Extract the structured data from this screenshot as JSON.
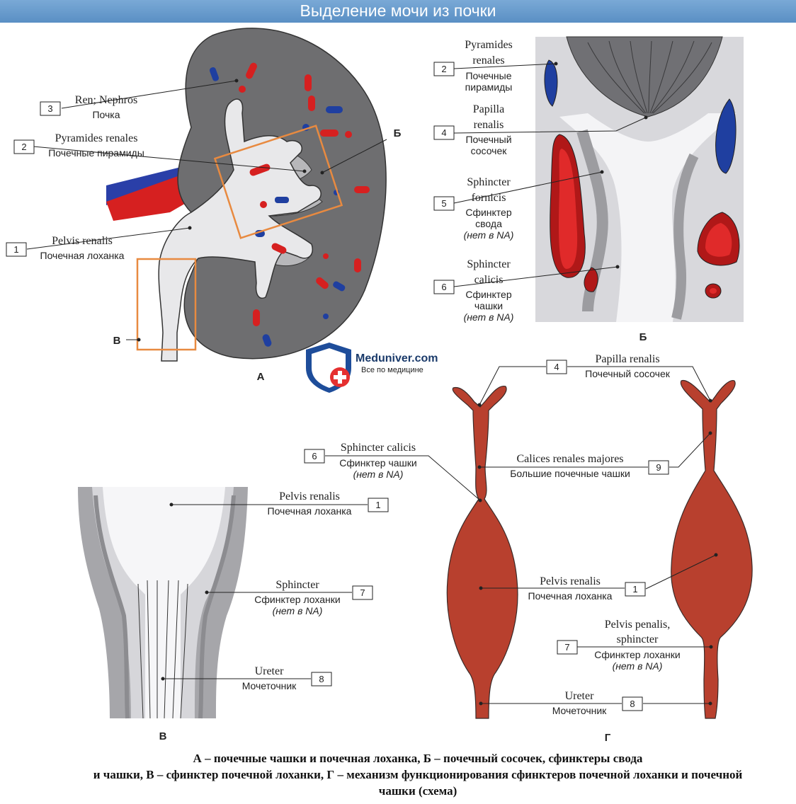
{
  "title": "Выделение мочи из почки",
  "panels": {
    "a": "А",
    "b": "Б",
    "v": "В",
    "g": "Г"
  },
  "logo": {
    "title": "Meduniver.com",
    "subtitle": "Все по медицине"
  },
  "labels": {
    "ren": {
      "num": "3",
      "lat": "Ren; Nephros",
      "rus": "Почка"
    },
    "pyrA": {
      "num": "2",
      "lat": "Pyramides renales",
      "rus": "Почечные пирамиды"
    },
    "pelvisA": {
      "num": "1",
      "lat": "Pelvis renalis",
      "rus": "Почечная лоханка"
    },
    "pyrB": {
      "num": "2",
      "lat1": "Pyramides",
      "lat2": "renales",
      "rus1": "Почечные",
      "rus2": "пирамиды"
    },
    "papB": {
      "num": "4",
      "lat1": "Papilla",
      "lat2": "renalis",
      "rus1": "Почечный",
      "rus2": "сосочек"
    },
    "sfornB": {
      "num": "5",
      "lat1": "Sphincter",
      "lat2": "fornicis",
      "rus1": "Сфинктер",
      "rus2": "свода",
      "rus3": "(нет в NA)"
    },
    "scalB": {
      "num": "6",
      "lat1": "Sphincter",
      "lat2": "calicis",
      "rus1": "Сфинктер",
      "rus2": "чашки",
      "rus3": "(нет в NA)"
    },
    "pelvisV": {
      "num": "1",
      "lat": "Pelvis renalis",
      "rus": "Почечная лоханка"
    },
    "sphV": {
      "num": "7",
      "lat": "Sphincter",
      "rus": "Сфинктер лоханки",
      "rus2": "(нет в NA)"
    },
    "ureterV": {
      "num": "8",
      "lat": "Ureter",
      "rus": "Мочеточник"
    },
    "papG": {
      "num": "4",
      "lat": "Papilla renalis",
      "rus": "Почечный сосочек"
    },
    "scalG": {
      "num": "6",
      "lat": "Sphincter calicis",
      "rus": "Сфинктер чашки",
      "rus2": "(нет в NA)"
    },
    "calG": {
      "num": "9",
      "lat": "Calices renales majores",
      "rus": "Большие почечные чашки"
    },
    "pelvisG": {
      "num": "1",
      "lat": "Pelvis renalis",
      "rus": "Почечная лоханка"
    },
    "sphG": {
      "num": "7",
      "lat1": "Pelvis penalis,",
      "lat2": "sphincter",
      "rus": "Сфинктер лоханки",
      "rus2": "(нет в NA)"
    },
    "ureterG": {
      "num": "8",
      "lat": "Ureter",
      "rus": "Мочеточник"
    }
  },
  "caption": [
    "А – почечные чашки и почечная лоханка, Б – почечный сосочек, сфинктеры свода",
    "и чашки, В – сфинктер почечной лоханки, Г – механизм функционирования сфинктеров почечной лоханки и почечной",
    "чашки (схема)"
  ],
  "colors": {
    "kidney": "#6b6b6d",
    "pelvis": "#e6e6e8",
    "artery": "#d62020",
    "vein": "#1f3fa0",
    "organ": "#b8402e",
    "frame": "#e88a40",
    "tissue": "#a9a9ad"
  }
}
